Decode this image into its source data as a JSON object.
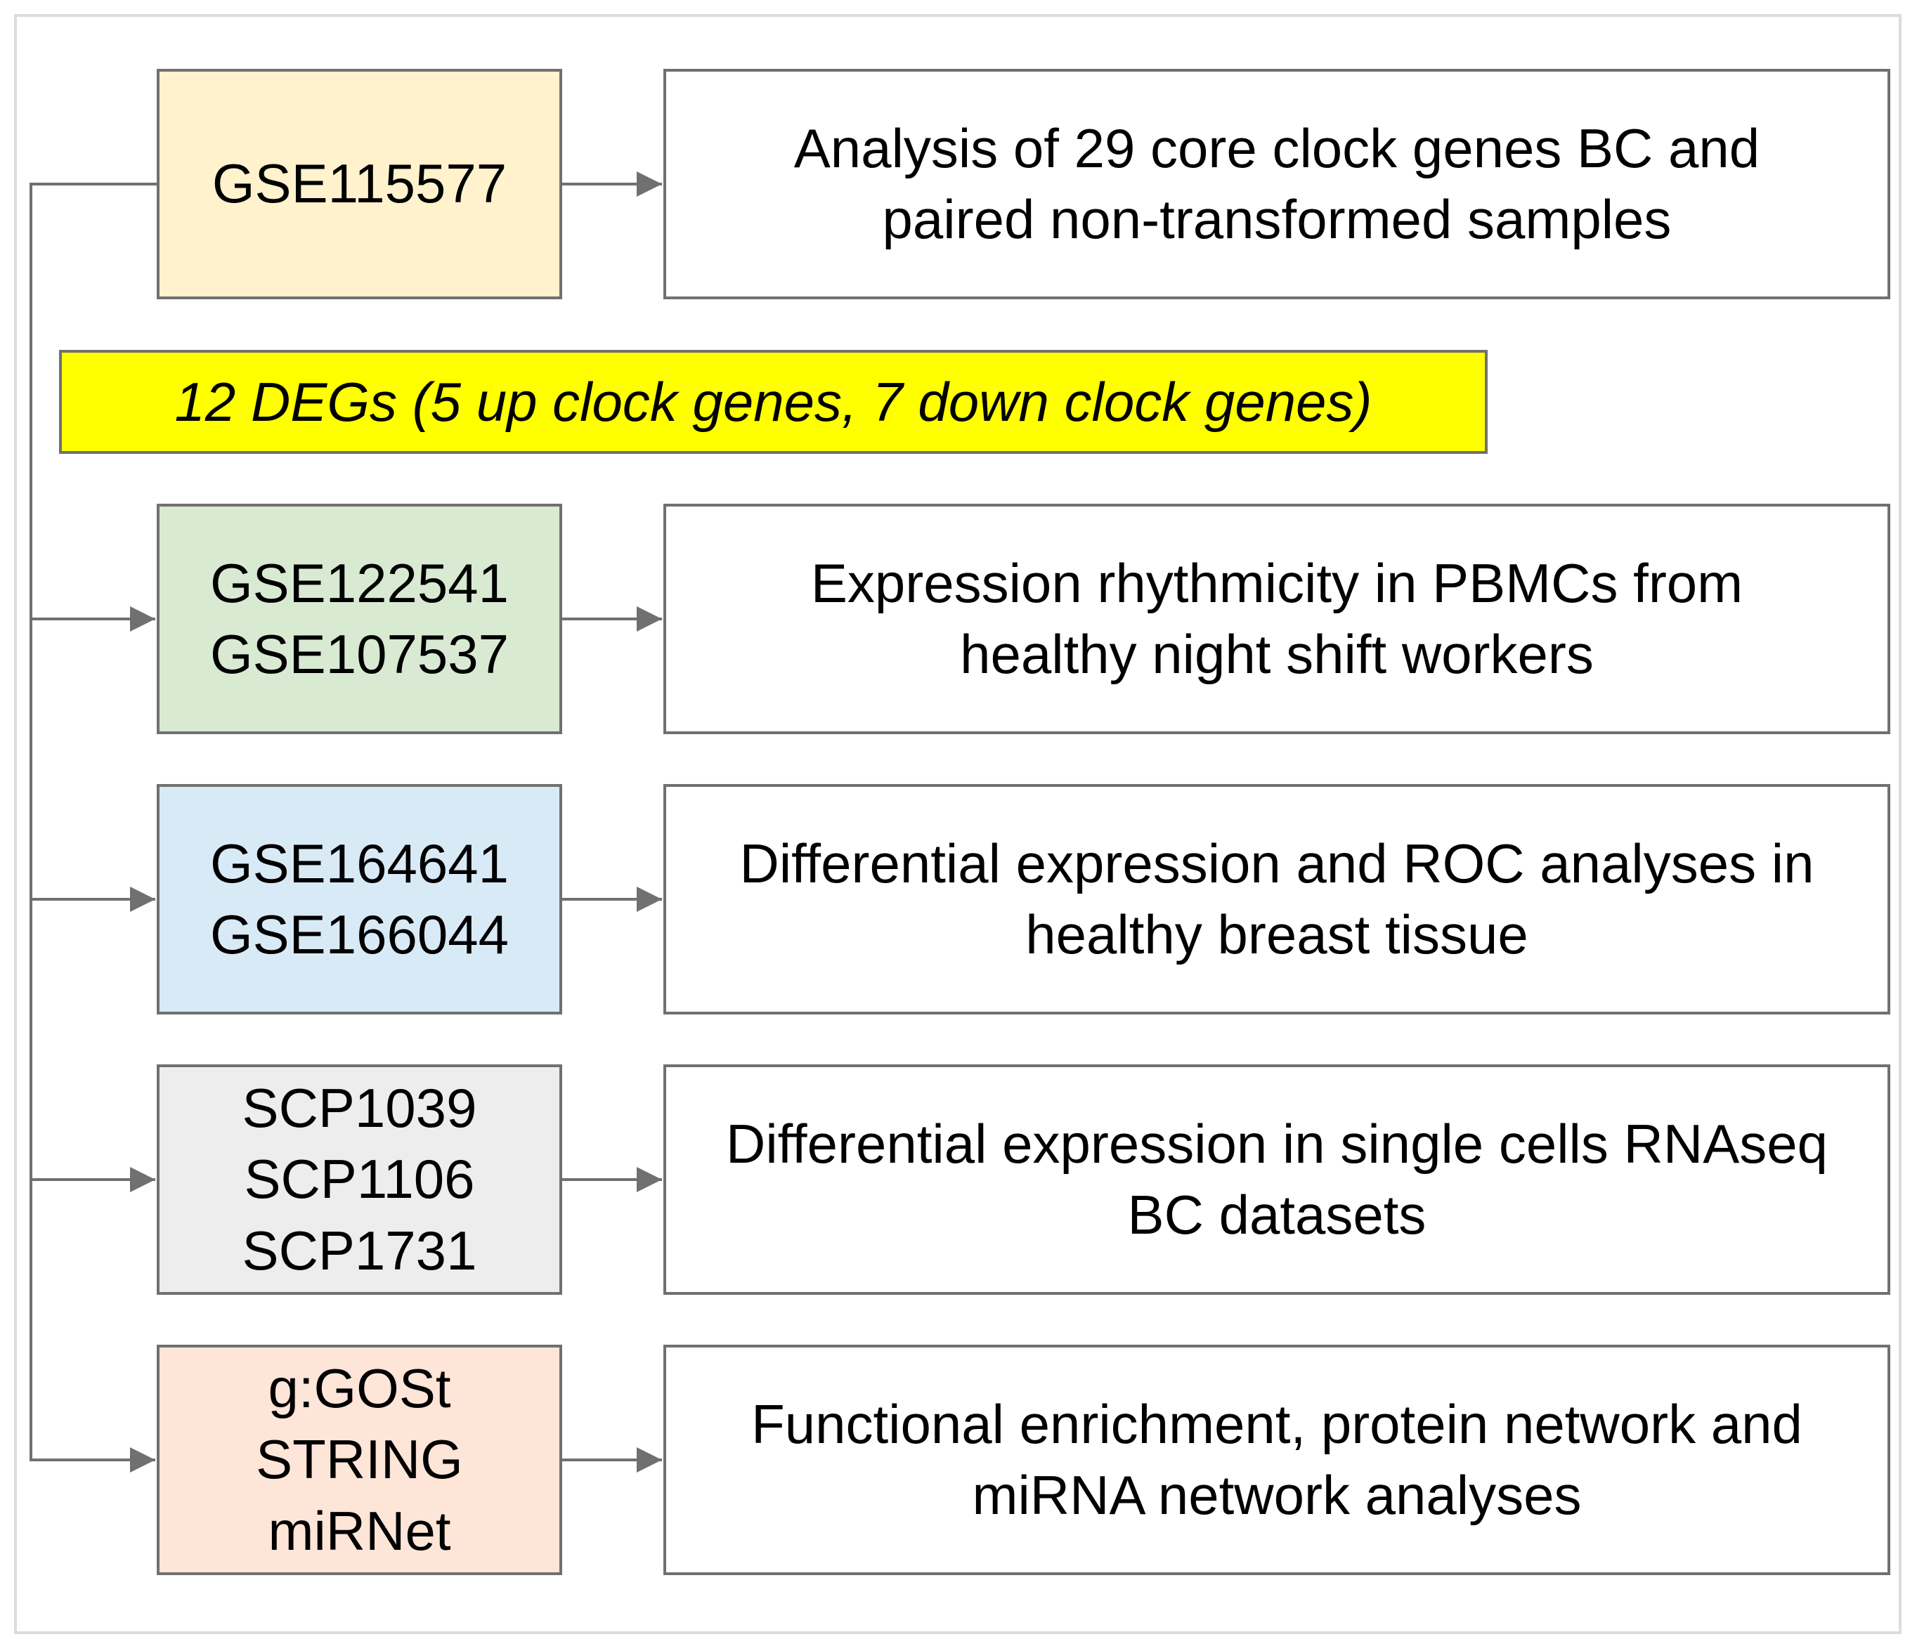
{
  "highlight": {
    "text": "12 DEGs (5 up clock genes, 7 down clock genes)",
    "color": "#ffff00"
  },
  "rows": [
    {
      "source_lines": [
        "GSE115577"
      ],
      "source_color": "#fff2cc",
      "description_lines": [
        "Analysis of 29 core clock genes BC and",
        "paired non-transformed samples"
      ]
    },
    {
      "source_lines": [
        "GSE122541",
        "GSE107537"
      ],
      "source_color": "#d9ead3",
      "description_lines": [
        "Expression rhythmicity in PBMCs from",
        "healthy night shift workers"
      ]
    },
    {
      "source_lines": [
        "GSE164641",
        "GSE166044"
      ],
      "source_color": "#d9eaf7",
      "description_lines": [
        "Differential expression and ROC analyses in",
        "healthy breast tissue"
      ]
    },
    {
      "source_lines": [
        "SCP1039",
        "SCP1106",
        "SCP1731"
      ],
      "source_color": "#ededed",
      "description_lines": [
        "Differential expression in single cells RNAseq",
        "BC datasets"
      ]
    },
    {
      "source_lines": [
        "g:GOSt",
        "STRING",
        "miRNet"
      ],
      "source_color": "#fde5d8",
      "description_lines": [
        "Functional enrichment, protein network and",
        "miRNA network analyses"
      ]
    }
  ]
}
